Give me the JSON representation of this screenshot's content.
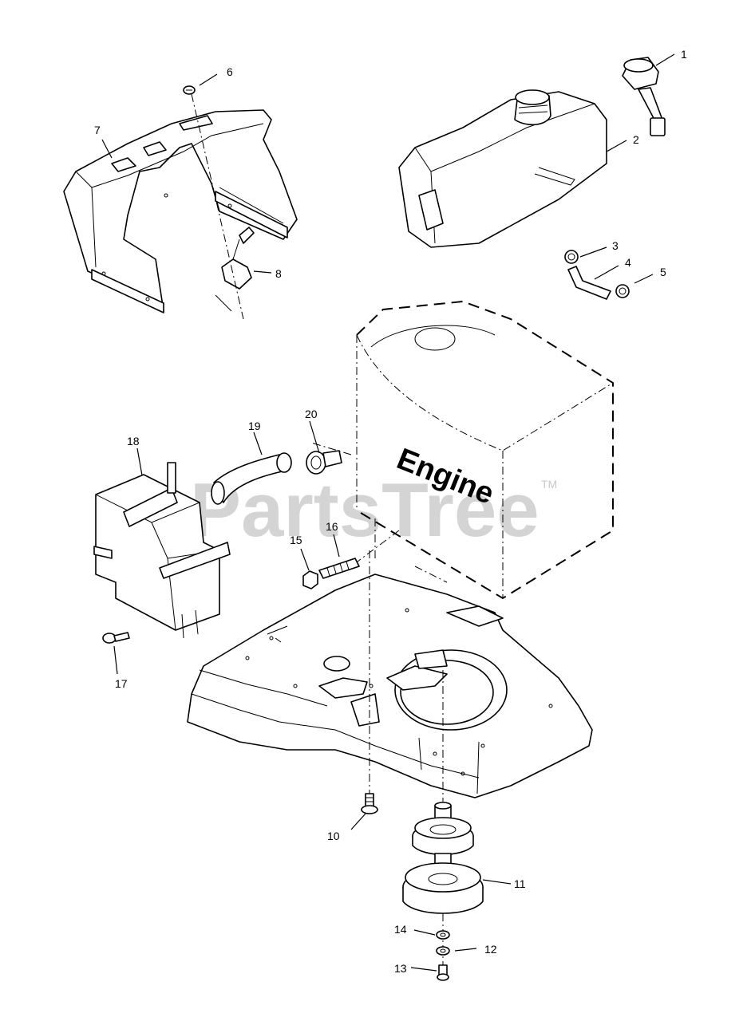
{
  "watermark": {
    "text": "PartsTree",
    "tm": "TM"
  },
  "engine_label": "Engine",
  "callouts": {
    "c1": "1",
    "c2": "2",
    "c3": "3",
    "c4": "4",
    "c5": "5",
    "c6": "6",
    "c7": "7",
    "c8": "8",
    "c10": "10",
    "c11": "11",
    "c12": "12",
    "c13": "13",
    "c14": "14",
    "c15": "15",
    "c16": "16",
    "c17": "17",
    "c18": "18",
    "c19": "19",
    "c20": "20"
  }
}
